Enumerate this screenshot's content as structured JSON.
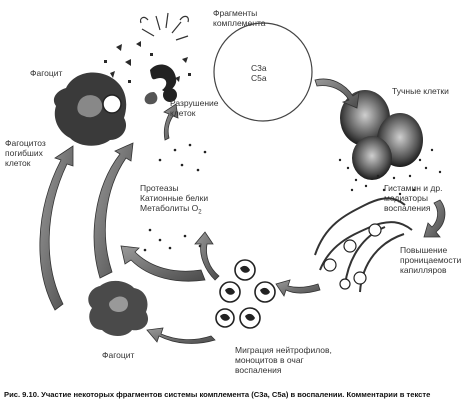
{
  "labels": {
    "complement_fragments": "Фрагменты\nкомплемента",
    "c3a": "С3а",
    "c5a": "С5а",
    "mast_cells": "Тучные клетки",
    "histamine_mediators": "Гистамин и др.\nмедиаторы\nвоспаления",
    "vascular_permeability": "Повышение\nпроницаемости\nкапилляров",
    "neutrophil_migration": "Миграция нейтрофилов,\nмоноцитов в очаг\nвоспаления",
    "phagocyte_bottom": "Фагоцит",
    "proteases": "Протеазы\nКатионные белки\nМетаболиты O",
    "proteases_subscript": "2",
    "cell_destruction": "Разрушение\nклеток",
    "phagocyte_top": "Фагоцит",
    "phagocytosis": "Фагоцитоз\nпогибших\nклеток"
  },
  "caption": "Рис. 9.10. Участие некоторых фрагментов системы комплемента (С3а, С5а) в воспалении. Комментарии в тексте"
}
